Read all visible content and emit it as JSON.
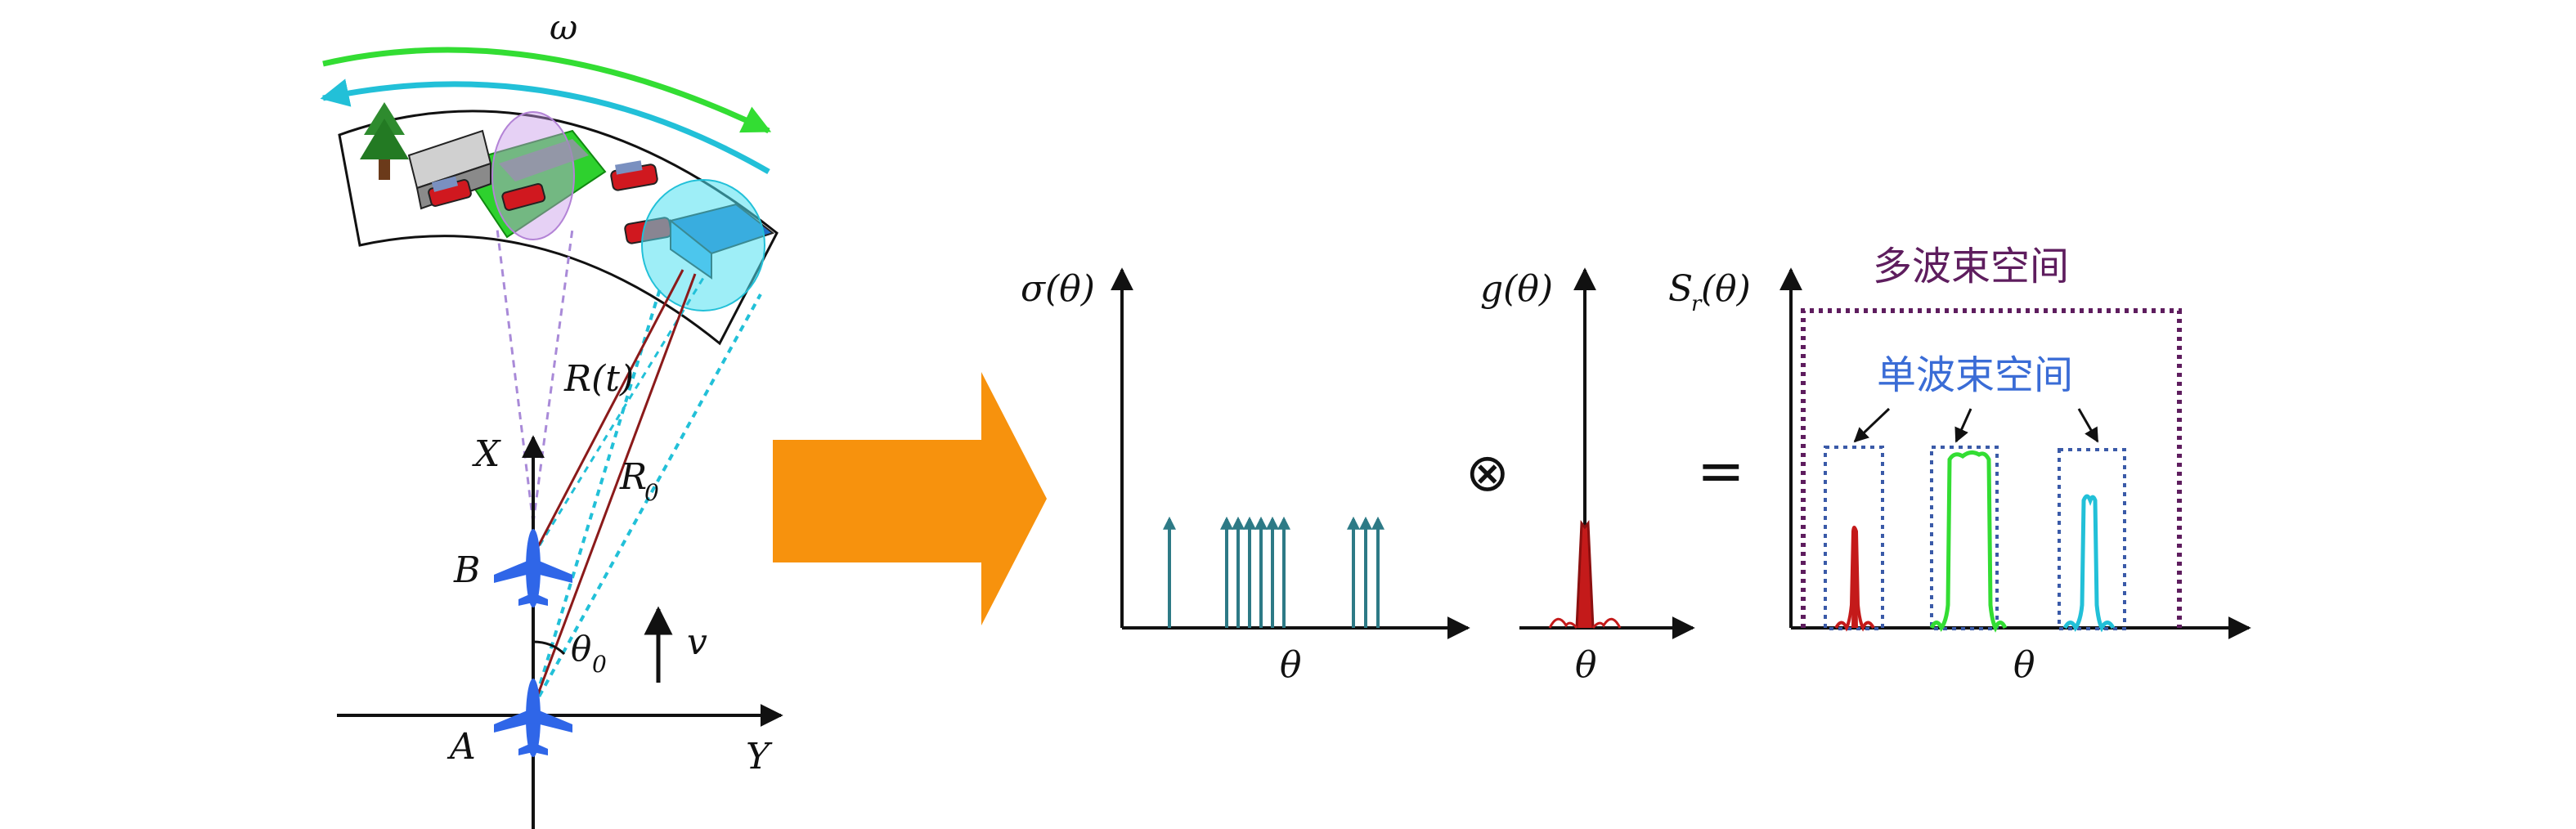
{
  "scene": {
    "omega": "ω",
    "range_t": "R(t)",
    "range_0_main": "R",
    "range_0_sub": "0",
    "axis_x": "X",
    "axis_y": "Y",
    "point_a": "A",
    "point_b": "B",
    "angle_main": "θ",
    "angle_sub": "0",
    "velocity": "v"
  },
  "plots": {
    "sigma_label": "σ(θ)",
    "sigma_theta": "θ",
    "g_label": "g(θ)",
    "g_theta": "θ",
    "sr_main": "S",
    "sr_sub": "r",
    "sr_rest": "(θ)",
    "sr_theta": "θ",
    "convolve_symbol": "⊗",
    "equals_symbol": "=",
    "multi_beam_space": "多波束空间",
    "single_beam_space": "单波束空间"
  },
  "colors": {
    "arrow_orange": "#f7920d",
    "impulse_teal": "#2d7a86",
    "red": "#c41a1a",
    "green": "#33dd33",
    "cyan": "#22c0d8",
    "purple": "#5e1d5e",
    "blue_dash": "#3a5aa8",
    "blue_text": "#3a6cd6",
    "plane_blue": "#2f66e8"
  }
}
